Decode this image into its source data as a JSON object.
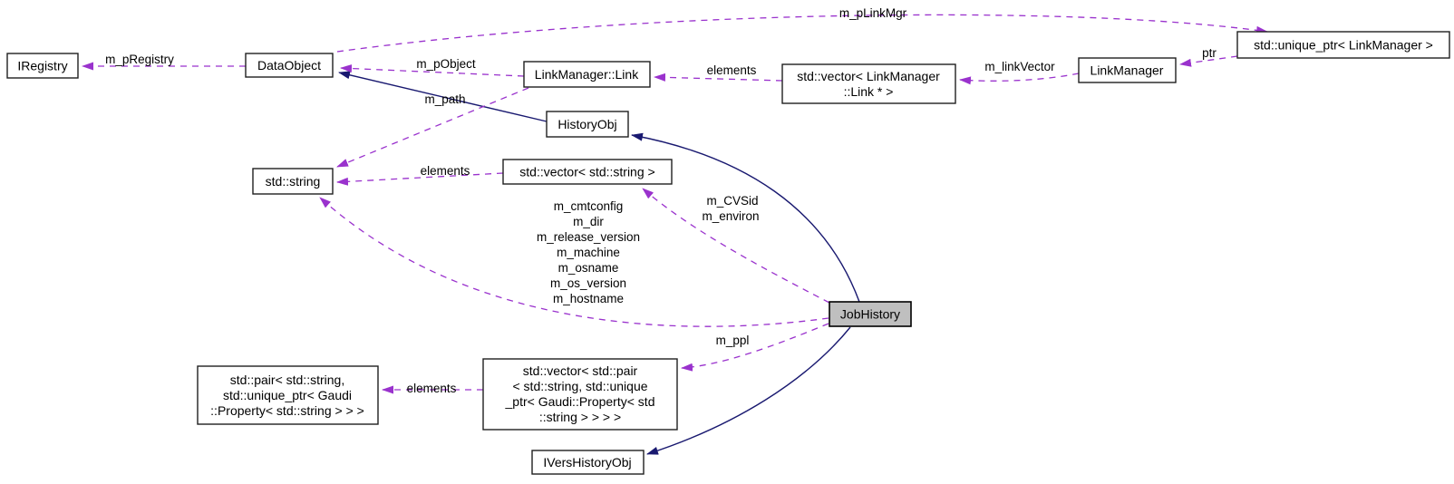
{
  "diagram": {
    "type": "collaboration-graph",
    "focus_node": "JobHistory",
    "colors": {
      "background": "#ffffff",
      "dashed_edge": "#9a32cd",
      "solid_edge": "#191970",
      "node_border": "#1f1f1f",
      "node_fill": "#ffffff",
      "focus_node_fill": "#bfbfbf",
      "text": "#000000"
    },
    "nodes": {
      "iregistry": {
        "label": "IRegistry"
      },
      "dataobject": {
        "label": "DataObject"
      },
      "linkmanager_link": {
        "label": "LinkManager::Link"
      },
      "vector_linkmanager_link": {
        "lines": [
          "std::vector< LinkManager",
          "::Link * >"
        ]
      },
      "linkmanager": {
        "label": "LinkManager"
      },
      "unique_ptr_linkmanager": {
        "label": "std::unique_ptr< LinkManager >"
      },
      "historyobj": {
        "label": "HistoryObj"
      },
      "std_string": {
        "label": "std::string"
      },
      "vector_string": {
        "label": "std::vector< std::string >"
      },
      "jobhistory": {
        "label": "JobHistory"
      },
      "vector_pair": {
        "lines": [
          "std::vector< std::pair",
          "< std::string, std::unique",
          "_ptr< Gaudi::Property< std",
          "::string > > > >"
        ]
      },
      "std_pair": {
        "lines": [
          "std::pair< std::string,",
          "std::unique_ptr< Gaudi",
          "::Property< std::string > > >"
        ]
      },
      "ivershistoryobj": {
        "label": "IVersHistoryObj"
      }
    },
    "edge_labels": {
      "m_pLinkMgr": "m_pLinkMgr",
      "m_pRegistry": "m_pRegistry",
      "m_pObject": "m_pObject",
      "elements_link": "elements",
      "m_linkVector": "m_linkVector",
      "ptr": "ptr",
      "m_path": "m_path",
      "elements_string": "elements",
      "cvs_environ": [
        "m_CVSid",
        "m_environ"
      ],
      "members": [
        "m_cmtconfig",
        "m_dir",
        "m_release_version",
        "m_machine",
        "m_osname",
        "m_os_version",
        "m_hostname"
      ],
      "m_ppl": "m_ppl",
      "elements_pair": "elements"
    }
  }
}
